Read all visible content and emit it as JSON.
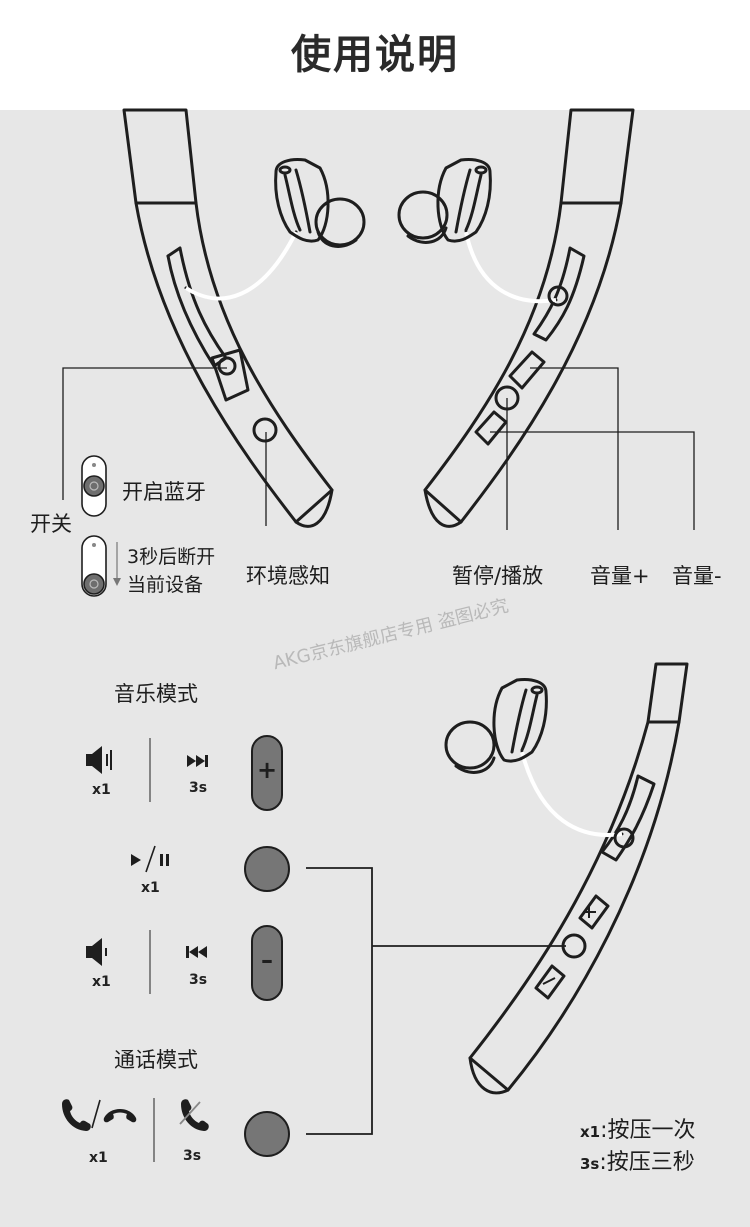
{
  "title": "使用说明",
  "top_labels": {
    "power": "开关",
    "bt_on": "开启蓝牙",
    "disconnect_line1": "3秒后断开",
    "disconnect_line2": "当前设备",
    "ambient": "环境感知",
    "pause_play": "暂停/播放",
    "vol_up": "音量+",
    "vol_down": "音量-"
  },
  "watermark": "AKG京东旗舰店专用 盗图必究",
  "music_mode": {
    "title": "音乐模式",
    "vol_up_count": "x1",
    "next_count": "3s",
    "play_count": "x1",
    "vol_down_count": "x1",
    "prev_count": "3s",
    "plus_symbol": "+",
    "minus_symbol": "–"
  },
  "call_mode": {
    "title": "通话模式",
    "answer_count": "x1",
    "reject_count": "3s"
  },
  "legend": {
    "x1_key": "x1",
    "x1_text": ":按压一次",
    "s3_key": "3s",
    "s3_text": ":按压三秒"
  },
  "colors": {
    "band": "#6e6e6e",
    "button": "#767676",
    "panel": "#e7e7e7",
    "outline": "#1e1e1e"
  },
  "icons": [
    "speaker-up-icon",
    "next-track-icon",
    "play-pause-icon",
    "speaker-down-icon",
    "prev-track-icon",
    "phone-answer-icon",
    "phone-hangup-icon",
    "phone-reject-icon",
    "power-slider-icon"
  ]
}
